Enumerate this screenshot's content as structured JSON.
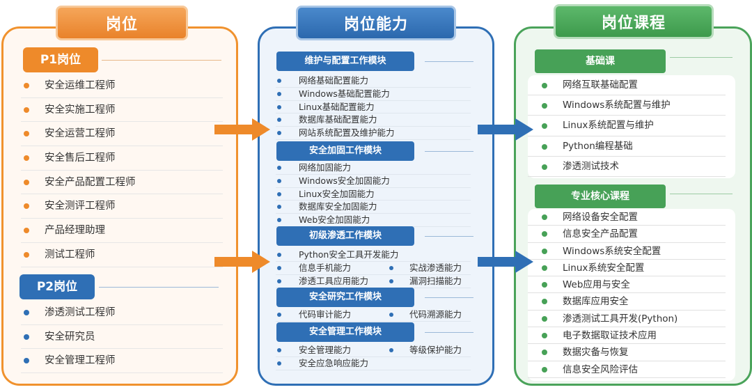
{
  "colors": {
    "orange": "#ee8a2a",
    "blue": "#2f6fb5",
    "green": "#47a157"
  },
  "positions": {
    "title": "岗位",
    "p1": {
      "label": "P1岗位",
      "items": [
        "安全运维工程师",
        "安全实施工程师",
        "安全运营工程师",
        "安全售后工程师",
        "安全产品配置工程师",
        "安全测评工程师",
        "产品经理助理",
        "测试工程师"
      ]
    },
    "p2": {
      "label": "P2岗位",
      "items": [
        "渗透测试工程师",
        "安全研究员",
        "安全管理工程师"
      ]
    }
  },
  "abilities": {
    "title": "岗位能力",
    "modules": [
      {
        "label": "维护与配置工作模块",
        "items": [
          "网络基础配置能力",
          "Windows基础配置能力",
          "Linux基础配置能力",
          "数据库基础配置能力",
          "网站系统配置及维护能力"
        ]
      },
      {
        "label": "安全加固工作模块",
        "items": [
          "网络加固能力",
          "Windows安全加固能力",
          "Linux安全加固能力",
          "数据库安全加固能力",
          "Web安全加固能力"
        ]
      },
      {
        "label": "初级渗透工作模块",
        "items": [
          "Python安全工具开发能力"
        ],
        "grid": [
          "信息手机能力",
          "实战渗透能力",
          "渗透工具应用能力",
          "漏洞扫描能力"
        ]
      },
      {
        "label": "安全研究工作模块",
        "grid": [
          "代码审计能力",
          "代码溯源能力"
        ]
      },
      {
        "label": "安全管理工作模块",
        "grid": [
          "安全管理能力",
          "等级保护能力",
          "安全应急响应能力",
          ""
        ]
      }
    ]
  },
  "courses": {
    "title": "岗位课程",
    "basic": {
      "label": "基础课",
      "items": [
        "网络互联基础配置",
        "Windows系统配置与维护",
        "Linux系统配置与维护",
        "Python编程基础",
        "渗透测试技术"
      ]
    },
    "core": {
      "label": "专业核心课程",
      "items": [
        "网络设备安全配置",
        "信息安全产品配置",
        "Windows系统安全配置",
        "Linux系统安全配置",
        "Web应用与安全",
        "数据库应用安全",
        "渗透测试工具开发(Python)",
        "电子数据取证技术应用",
        "数据灾备与恢复",
        "信息安全风险评估"
      ]
    }
  },
  "arrows": [
    {
      "from": "p1",
      "to": "abilities",
      "color": "orange"
    },
    {
      "from": "p2",
      "to": "abilities",
      "color": "orange"
    },
    {
      "from": "abilities",
      "to": "courses",
      "color": "blue"
    },
    {
      "from": "abilities",
      "to": "courses",
      "color": "blue"
    }
  ]
}
